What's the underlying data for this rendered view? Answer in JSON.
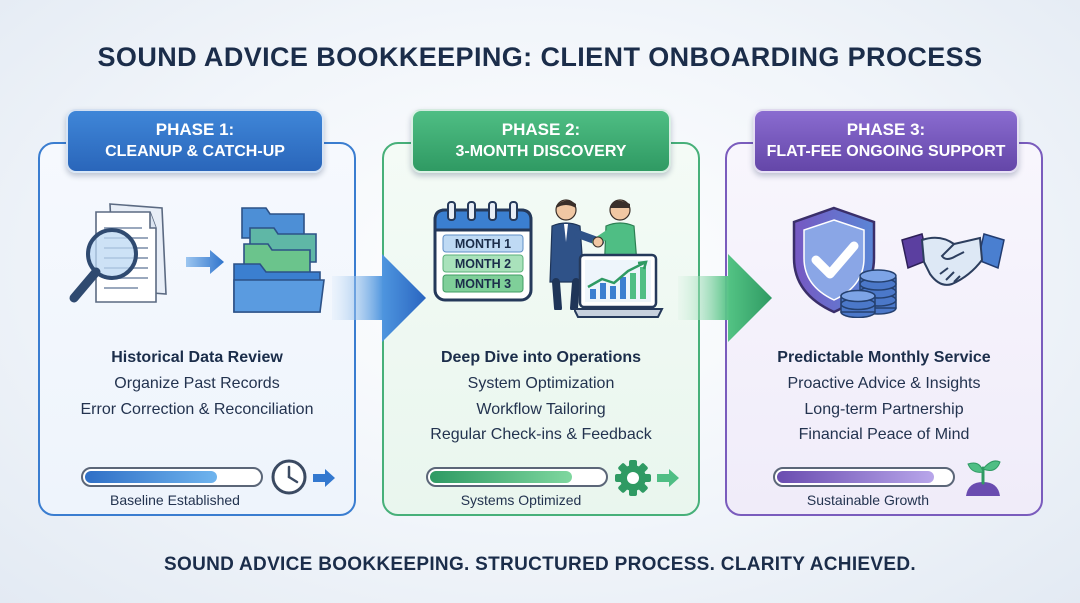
{
  "title": "SOUND ADVICE BOOKKEEPING: CLIENT ONBOARDING PROCESS",
  "footer": "SOUND ADVICE BOOKKEEPING. STRUCTURED PROCESS. CLARITY ACHIEVED.",
  "colors": {
    "phase1": "#3a7dd0",
    "phase2": "#47b079",
    "phase3": "#7a5cbd"
  },
  "phases": [
    {
      "label": "PHASE 1:",
      "name": "CLEANUP & CATCH-UP",
      "heading": "Historical Data Review",
      "items": [
        "Organize Past Records",
        "Error Correction & Reconciliation"
      ],
      "progress": 0.74,
      "caption": "Baseline Established",
      "icons": [
        "magnifier-documents-icon",
        "arrow-right-icon",
        "folders-icon",
        "clock-icon",
        "arrow-right-icon"
      ]
    },
    {
      "label": "PHASE 2:",
      "name": "3-MONTH DISCOVERY",
      "heading": "Deep Dive into Operations",
      "items": [
        "System Optimization",
        "Workflow Tailoring",
        "Regular Check-ins & Feedback"
      ],
      "progress": 0.8,
      "caption": "Systems Optimized",
      "calendar_rows": [
        "MONTH 1",
        "MONTH 2",
        "MONTH 3"
      ],
      "icons": [
        "calendar-icon",
        "handshake-people-icon",
        "laptop-chart-icon",
        "gear-icon",
        "arrow-right-icon"
      ]
    },
    {
      "label": "PHASE 3:",
      "name": "FLAT-FEE ONGOING SUPPORT",
      "heading": "Predictable Monthly Service",
      "items": [
        "Proactive Advice & Insights",
        "Long-term Partnership",
        "Financial Peace of Mind"
      ],
      "progress": 0.88,
      "caption": "Sustainable Growth",
      "icons": [
        "shield-check-icon",
        "coins-icon",
        "handshake-icon",
        "sprout-icon"
      ]
    }
  ]
}
